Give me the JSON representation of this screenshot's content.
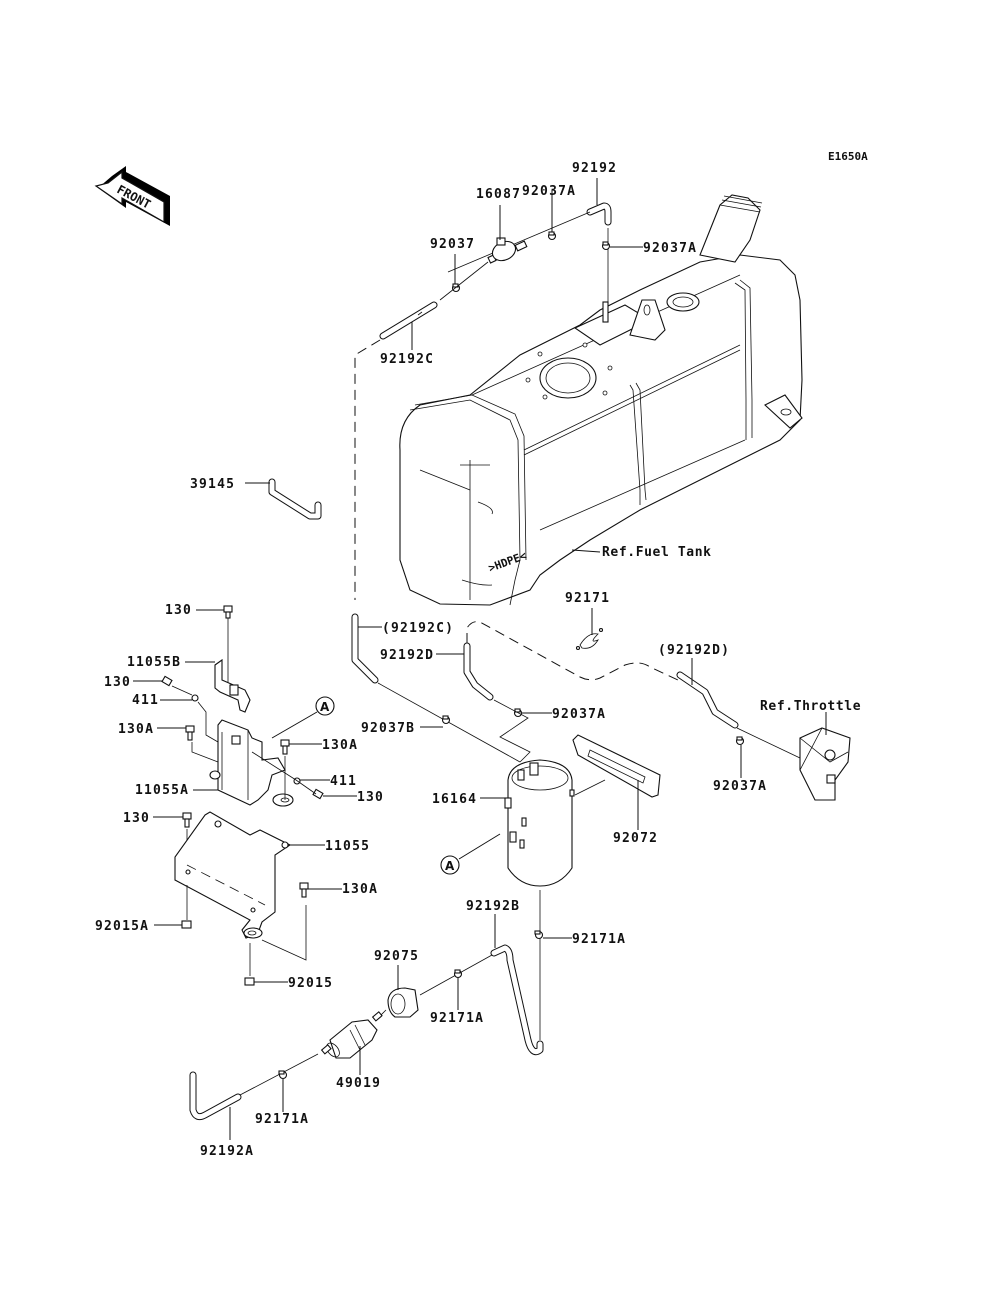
{
  "diagram": {
    "code": "E1650A",
    "front_label": "FRONT",
    "references": {
      "fuel_tank": "Ref.Fuel Tank",
      "throttle": "Ref.Throttle"
    },
    "callout_letter": "A",
    "labels": {
      "p92192": "92192",
      "p92037A_top": "92037A",
      "p16087": "16087",
      "p92037": "92037",
      "p92037A_right": "92037A",
      "p92192C": "92192C",
      "p39145": "39145",
      "p130_top": "130",
      "p11055B": "11055B",
      "p130_left": "130",
      "p411_left": "411",
      "p130A_left": "130A",
      "p130A_right": "130A",
      "p411_right": "411",
      "p11055A": "11055A",
      "p130_right": "130",
      "p130_low": "130",
      "p11055": "11055",
      "p130A_low": "130A",
      "p92015A": "92015A",
      "p92015": "92015",
      "p92192C_ref": "(92192C)",
      "p92192D": "92192D",
      "p92171": "92171",
      "p92192D_ref": "(92192D)",
      "p92037A_mid": "92037A",
      "p92037B": "92037B",
      "p92037A_throttle": "92037A",
      "p16164": "16164",
      "p92072": "92072",
      "p92192B": "92192B",
      "p92171A_right": "92171A",
      "p92075": "92075",
      "p92171A_mid": "92171A",
      "p49019": "49019",
      "p92171A_low": "92171A",
      "p92192A": "92192A"
    }
  }
}
